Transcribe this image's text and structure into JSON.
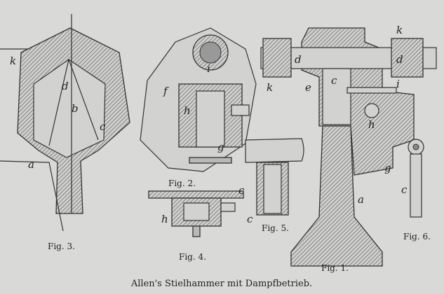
{
  "caption": "Allen's Stielhammer mit Dampfbetrieb.",
  "figures": {
    "fig1": {
      "title": "Fig. 1.",
      "labels": [
        "k",
        "d",
        "d",
        "k",
        "e",
        "c",
        "i",
        "h",
        "g",
        "a"
      ]
    },
    "fig2": {
      "title": "Fig. 2.",
      "labels": [
        "i",
        "f",
        "h",
        "g"
      ]
    },
    "fig3": {
      "title": "Fig. 3.",
      "labels": [
        "k",
        "d",
        "b",
        "c",
        "a"
      ]
    },
    "fig4": {
      "title": "Fig. 4.",
      "labels": [
        "c",
        "h"
      ]
    },
    "fig5": {
      "title": "Fig. 5.",
      "labels": [
        "c"
      ]
    },
    "fig6": {
      "title": "Fig. 6.",
      "labels": [
        "c"
      ]
    }
  }
}
